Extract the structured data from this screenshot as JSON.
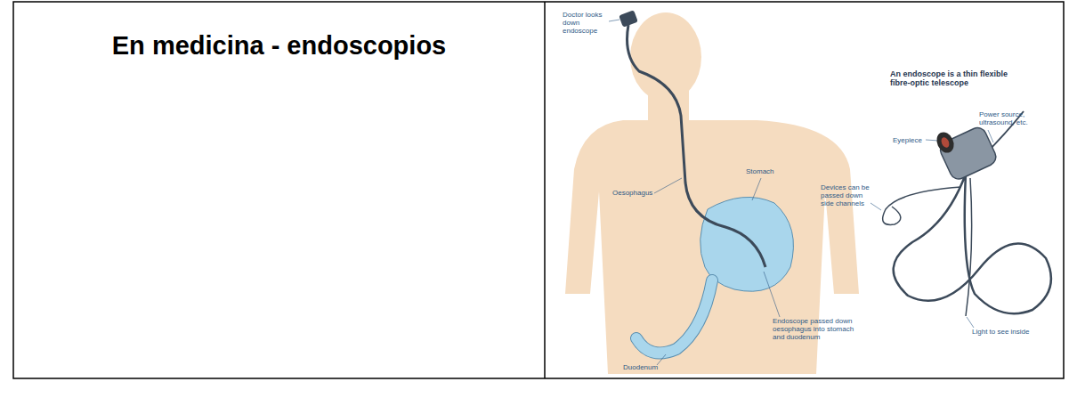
{
  "diagram": {
    "nodes": [
      {
        "text": [
          "En medicina - endoscopios"
        ]
      }
    ],
    "labels": [
      "Doctor looks down endoscope",
      "Oesophagus",
      "Stomach",
      "Duodenum",
      "Endoscope passed down oesophagus into stomach and duodenum",
      "An endoscope is a thin flexible fibre-optic telescope",
      "Power source, ultrasound, etc.",
      "Eyepiece",
      "Devices can be passed down side channels",
      "Light to see inside"
    ]
  }
}
